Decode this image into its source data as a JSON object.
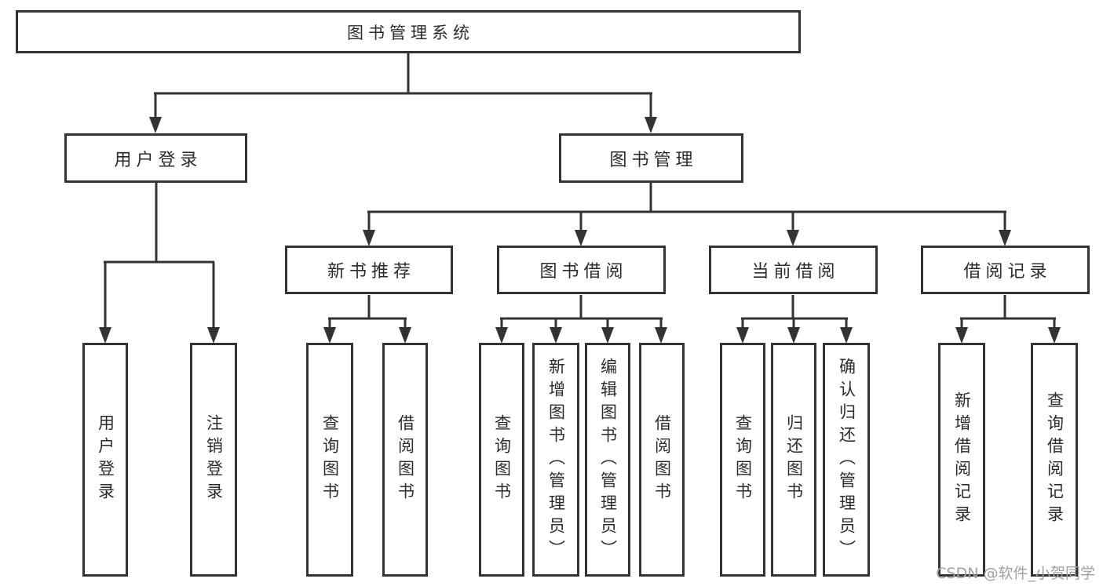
{
  "colors": {
    "line": "#333333",
    "box_border": "#333333",
    "box_background": "#ffffff",
    "text": "#2b2b2b",
    "watermark_text": "#a0a0a0"
  },
  "watermark": {
    "text": "CSDN @软件_小贺同学"
  },
  "tree": {
    "label": "图书管理系统",
    "children": [
      {
        "label": "用户登录",
        "children": [
          {
            "label": "用户登录"
          },
          {
            "label": "注销登录"
          }
        ]
      },
      {
        "label": "图书管理",
        "children": [
          {
            "label": "新书推荐",
            "children": [
              {
                "label": "查询图书"
              },
              {
                "label": "借阅图书"
              }
            ]
          },
          {
            "label": "图书借阅",
            "children": [
              {
                "label": "查询图书"
              },
              {
                "label": "新增图书（管理员）"
              },
              {
                "label": "编辑图书（管理员）"
              },
              {
                "label": "借阅图书"
              }
            ]
          },
          {
            "label": "当前借阅",
            "children": [
              {
                "label": "查询图书"
              },
              {
                "label": "归还图书"
              },
              {
                "label": "确认归还（管理员）"
              }
            ]
          },
          {
            "label": "借阅记录",
            "children": [
              {
                "label": "新增借阅记录"
              },
              {
                "label": "查询借阅记录"
              }
            ]
          }
        ]
      }
    ]
  }
}
